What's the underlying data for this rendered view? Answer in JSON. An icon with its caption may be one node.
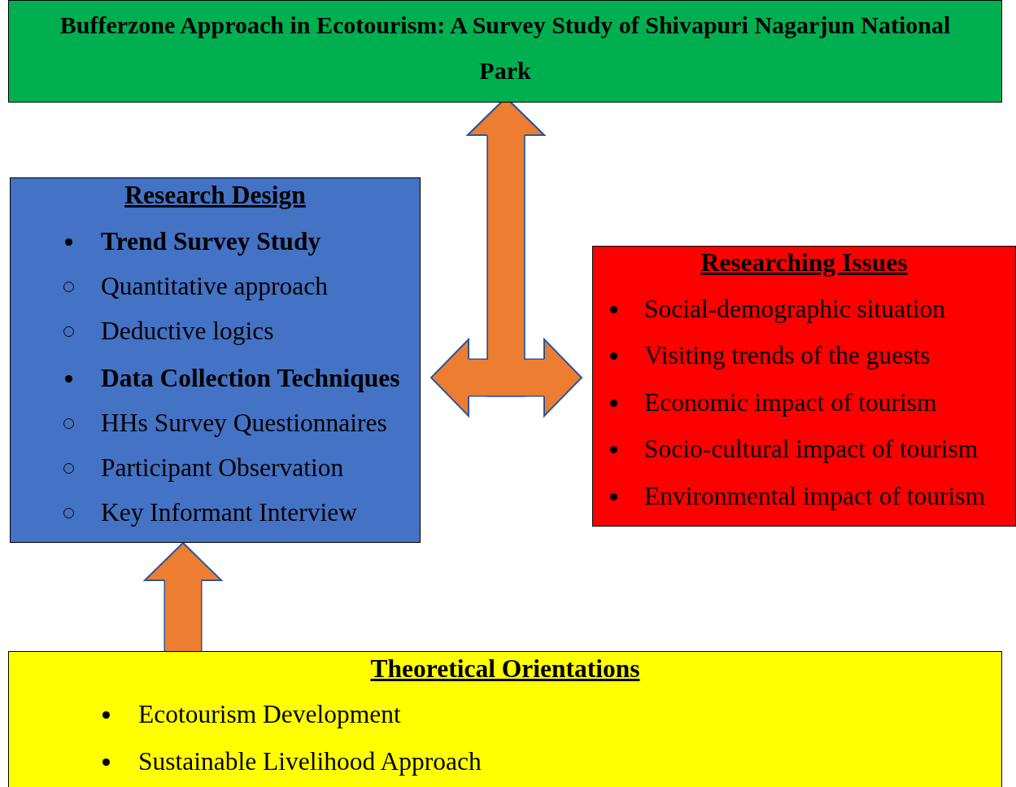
{
  "diagram": {
    "nodes": [
      {
        "text": [
          "Bufferzone Approach in Ecotourism: A Survey Study of Shivapuri Nagarjun National Park"
        ]
      },
      {
        "text": [
          "Research Design",
          "Trend Survey Study",
          "Quantitative approach",
          "Deductive logics",
          "Data Collection Techniques",
          "HHs Survey Questionnaires",
          "Participant Observation",
          "Key Informant Interview"
        ]
      },
      {
        "text": [
          "Researching Issues",
          "Social-demographic situation",
          "Visiting trends of the guests",
          "Economic impact of tourism",
          "Socio-cultural impact of tourism",
          "Environmental impact of tourism"
        ]
      },
      {
        "text": [
          "Theoretical Orientations",
          "Ecotourism Development",
          "Sustainable Livelihood Approach"
        ]
      }
    ],
    "edges": [
      {
        "from": 1,
        "to": 0,
        "arrow": "both"
      },
      {
        "from": 2,
        "to": 0,
        "arrow": "both"
      },
      {
        "from": 3,
        "to": 1,
        "arrow": "to"
      }
    ]
  }
}
